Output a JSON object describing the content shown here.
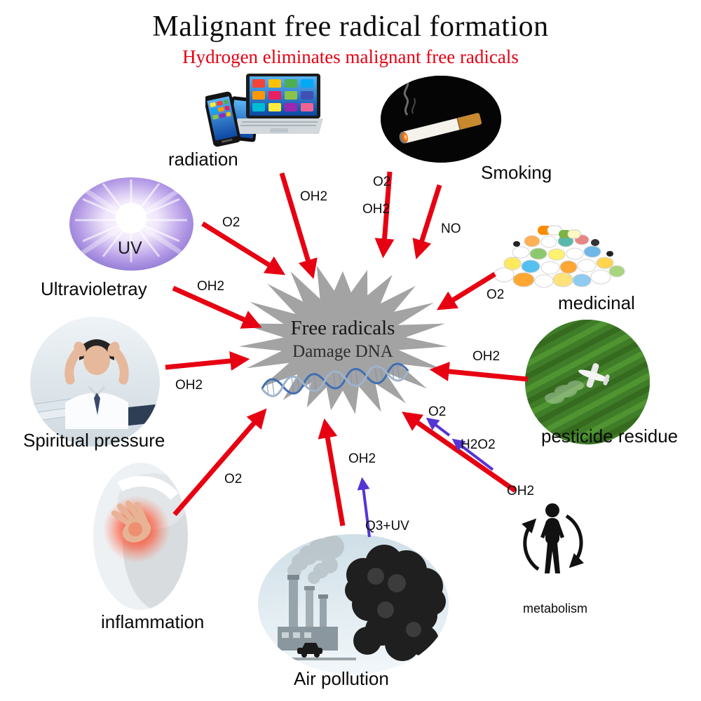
{
  "title": "Malignant free radical formation",
  "subtitle": "Hydrogen eliminates malignant free radicals",
  "center": {
    "line1": "Free radicals",
    "line2": "Damage DNA"
  },
  "sources": {
    "radiation": {
      "label": "radiation"
    },
    "smoking": {
      "label": "Smoking"
    },
    "uv": {
      "label": "Ultravioletray",
      "badge": "UV"
    },
    "medicinal": {
      "label": "medicinal"
    },
    "pesticide": {
      "label": "pesticide residue"
    },
    "pressure": {
      "label": "Spiritual pressure"
    },
    "inflammation": {
      "label": "inflammation"
    },
    "air_pollution": {
      "label": "Air pollution"
    },
    "metabolism": {
      "label": "metabolism"
    }
  },
  "radicals": {
    "radiation_oh2": "OH2",
    "smoking_o2": "O2",
    "smoking_oh2": "OH2",
    "smoking_no": "NO",
    "uv_o2": "O2",
    "ultraviolet_oh2": "OH2",
    "medicinal_o2": "O2",
    "pesticide_oh2": "OH2",
    "pressure_oh2": "OH2",
    "inflammation_o2": "O2",
    "air_oh2": "OH2",
    "air_o3uv": "Q3+UV",
    "metabolism_oh2": "OH2",
    "metabolism_h2o2": "H2O2",
    "metabolism_o2": "O2"
  },
  "colors": {
    "arrow_red": "#e60012",
    "arrow_purple": "#5534d6",
    "subtitle_red": "#e60012",
    "starburst_gray": "#a3a3a3"
  }
}
